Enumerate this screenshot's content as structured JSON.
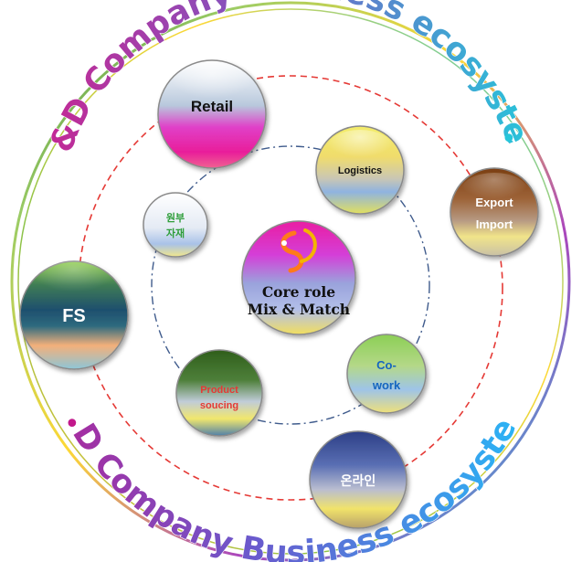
{
  "diagram": {
    "title_top": "R&D Company Business ecosystem",
    "title_bottom": "R&D Company Business ecosystem",
    "bullet": "•",
    "core": {
      "line1": "Core role",
      "line2": "Mix & Match"
    },
    "nodes": {
      "retail": "Retail",
      "logistics": "Logistics",
      "export_line1": "Export",
      "export_line2": "Import",
      "raw_line1": "원부",
      "raw_line2": "자재",
      "fs": "FS",
      "product_line1": "Product",
      "product_line2": "soucing",
      "cowork_line1": "Co-",
      "cowork_line2": "work",
      "online": "온라인"
    }
  }
}
